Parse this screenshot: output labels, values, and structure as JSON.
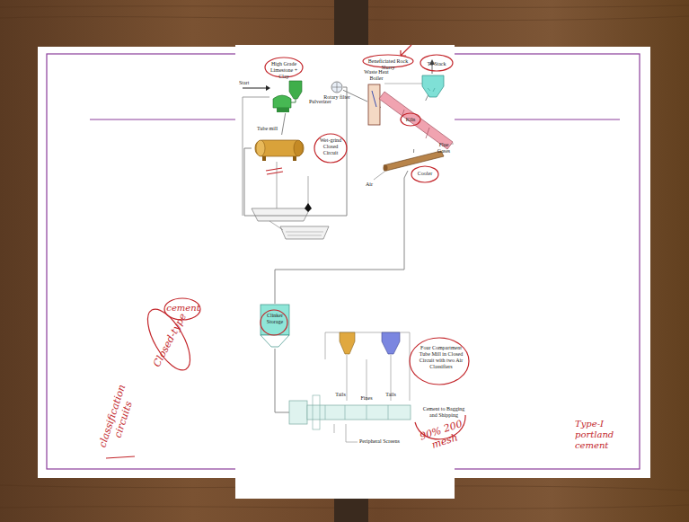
{
  "diagram": {
    "nodes": [
      {
        "text": [
          "Pulverizer"
        ]
      },
      {
        "text": [
          "Tube mill"
        ]
      },
      {
        "text": [
          "Rotary filter"
        ]
      },
      {
        "text": [
          "Waste Heat Boiler"
        ]
      },
      {
        "text": [
          "Kiln"
        ]
      },
      {
        "text": [
          "To Stack"
        ]
      },
      {
        "text": [
          "Cooler"
        ]
      },
      {
        "text": [
          "Clinker Storage"
        ]
      },
      {
        "text": [
          "Four Compartment Tube Mill in Closed Circuit with two Air Classifiers"
        ]
      }
    ],
    "edges": [
      {
        "from": 0,
        "to": 1,
        "arrow": "none"
      },
      {
        "from": 1,
        "to": 2,
        "arrow": "none"
      },
      {
        "from": 2,
        "to": 3,
        "arrow": "none"
      },
      {
        "from": 3,
        "to": 4,
        "arrow": "none"
      },
      {
        "from": 4,
        "to": 5,
        "arrow": "none"
      },
      {
        "from": 4,
        "to": 6,
        "arrow": "none"
      },
      {
        "from": 6,
        "to": 7,
        "arrow": "none"
      },
      {
        "from": 7,
        "to": 8,
        "arrow": "none"
      }
    ],
    "labels": [
      "Start",
      "High Grade Limestone + Clay",
      "Beneficiated Rock Slurry",
      "Flue Gases",
      "Air",
      "Wet-grind Closed Circuit",
      "Tails",
      "Fines",
      "Tails",
      "Cement to Bagging and Shipping",
      "Peripheral Screens",
      "cement",
      "Closed-type",
      "classification circuits",
      "90% 200 mesh",
      "Type-I portland cement"
    ]
  }
}
